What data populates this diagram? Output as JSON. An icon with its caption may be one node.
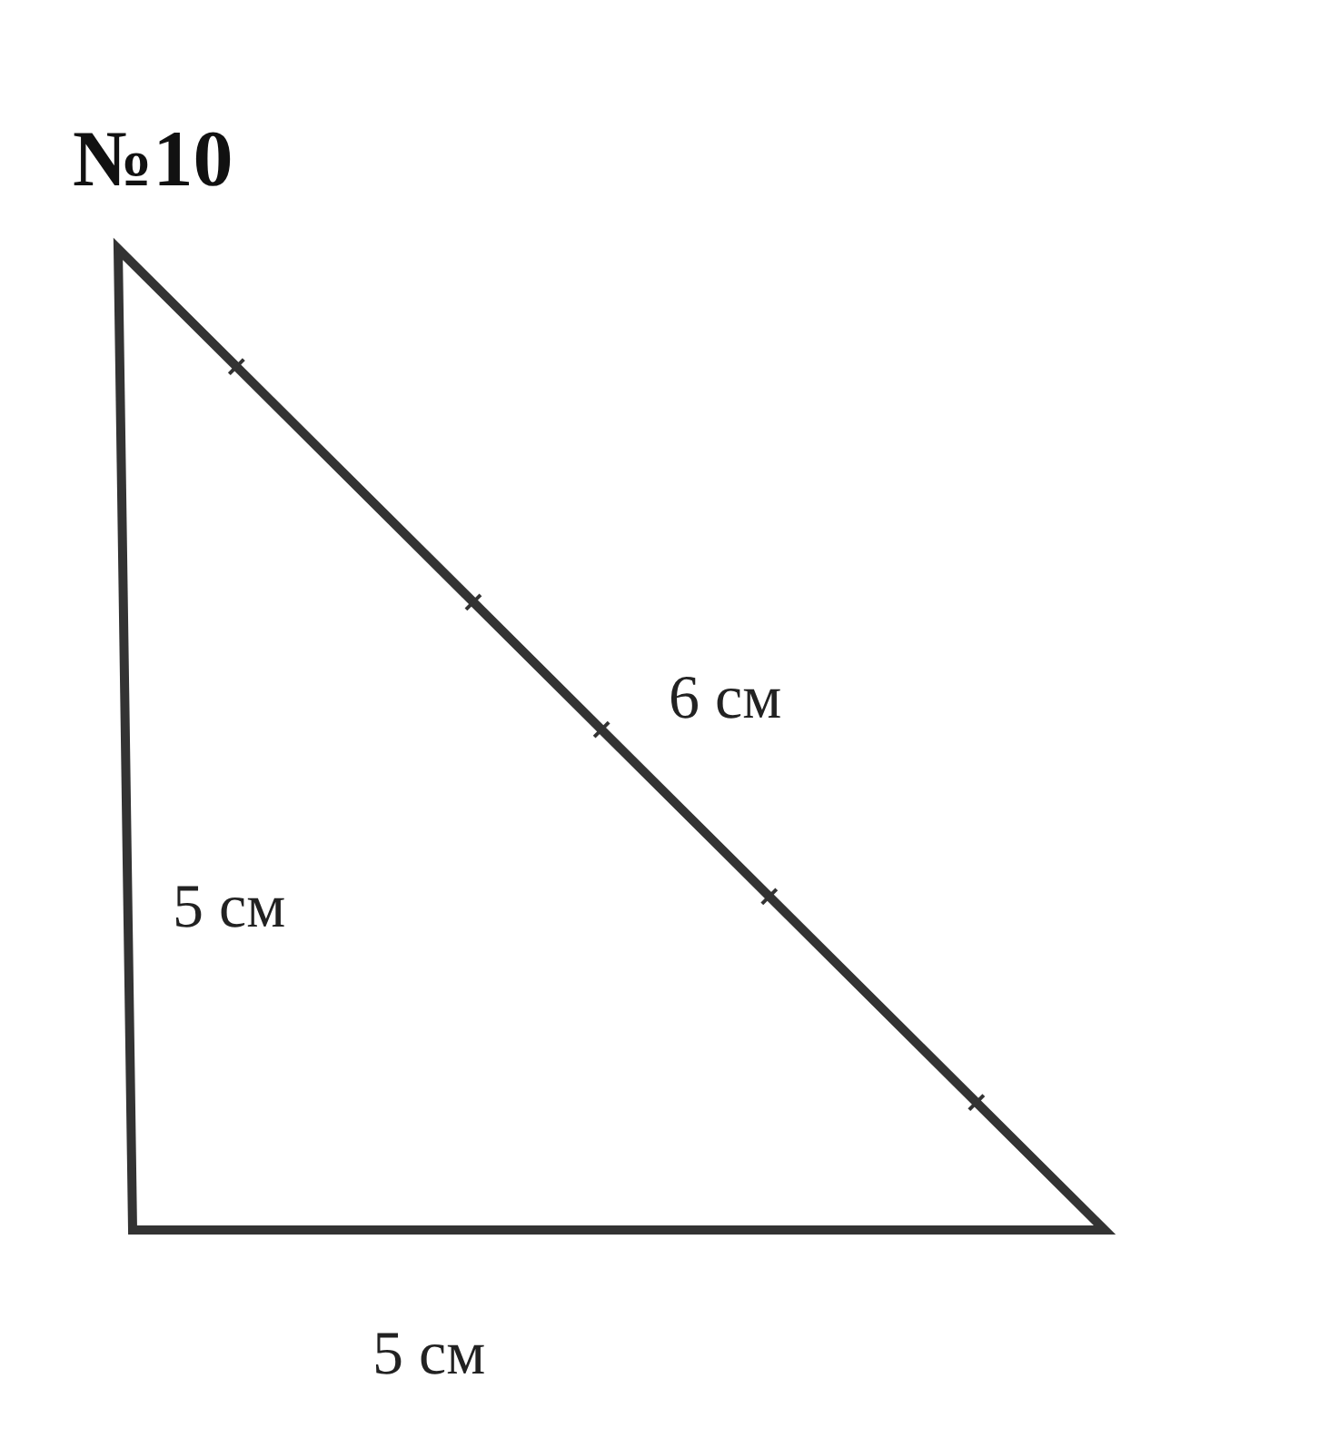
{
  "diagram": {
    "title": "№10",
    "labels": [
      "6 см",
      "5 см",
      "5 см"
    ]
  }
}
